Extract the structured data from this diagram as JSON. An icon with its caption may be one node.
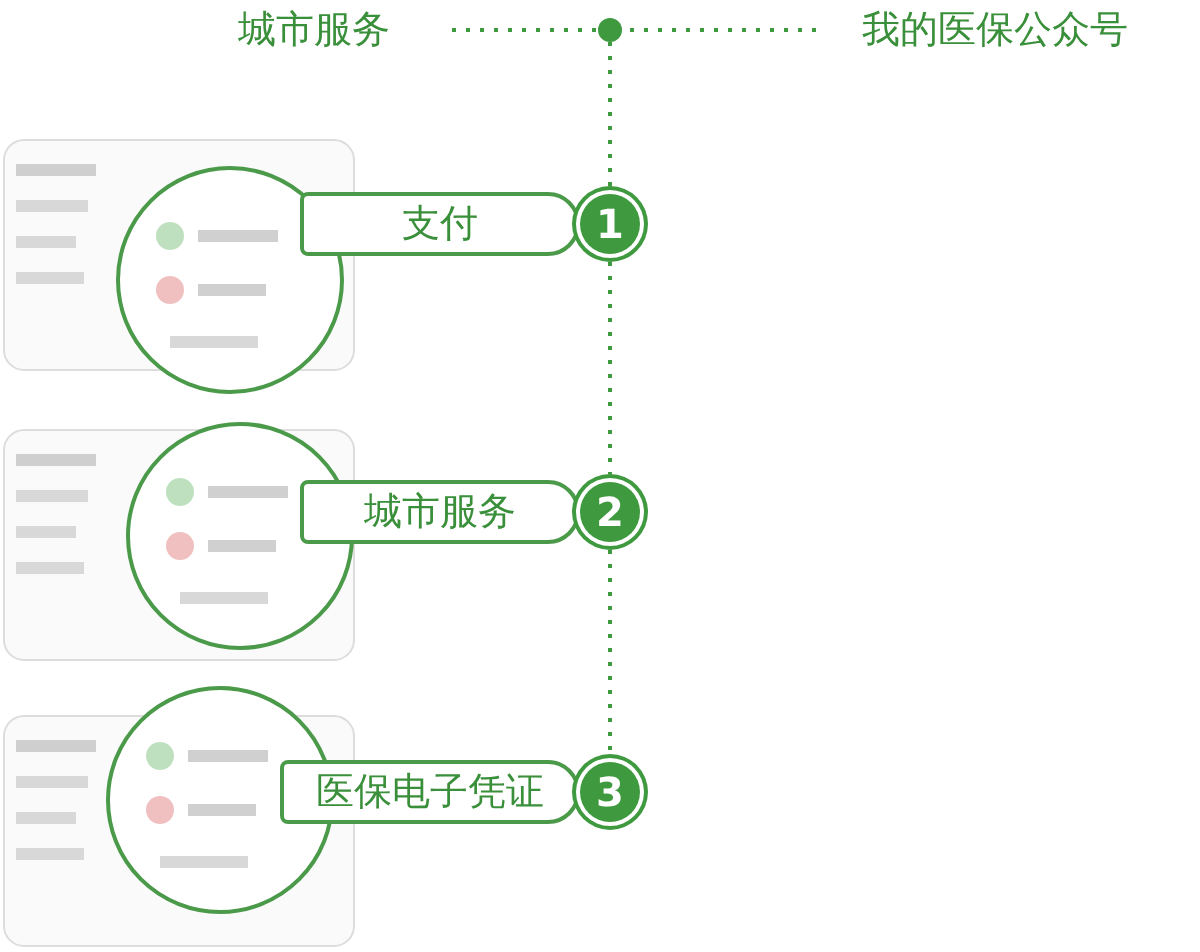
{
  "diagram": {
    "nodes": [
      {
        "text": [
          "城市服务"
        ]
      },
      {
        "text": [
          "我的医保公众号"
        ]
      },
      {
        "text": [],
        "shape": "circle"
      },
      {
        "text": [
          "支付"
        ]
      },
      {
        "text": [
          "1"
        ]
      },
      {
        "text": [
          "城市服务"
        ]
      },
      {
        "text": [
          "2"
        ]
      },
      {
        "text": [
          "医保电子凭证"
        ]
      },
      {
        "text": [
          "3"
        ]
      }
    ],
    "edges": [
      {
        "from": 0,
        "to": 2,
        "arrow": "none",
        "style": "dashed"
      },
      {
        "from": 2,
        "to": 1,
        "arrow": "none",
        "style": "dashed"
      },
      {
        "from": 2,
        "to": 4,
        "arrow": "none",
        "style": "dashed"
      },
      {
        "from": 4,
        "to": 6,
        "arrow": "none",
        "style": "dashed"
      },
      {
        "from": 6,
        "to": 8,
        "arrow": "none",
        "style": "dashed"
      }
    ]
  }
}
